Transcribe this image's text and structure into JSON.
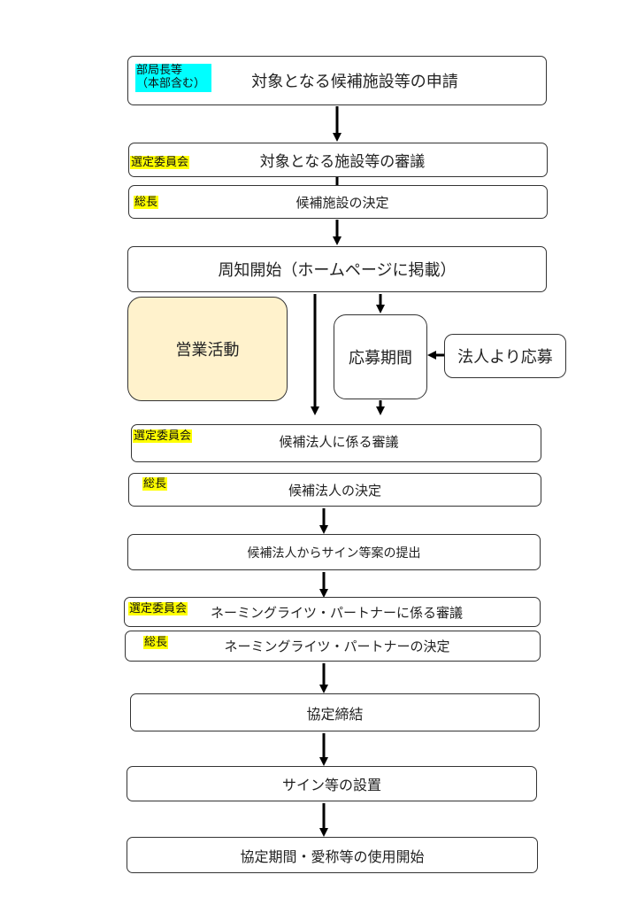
{
  "steps": {
    "s1": {
      "text": "対象となる候補施設等の申請",
      "tag_line1": "部局長等",
      "tag_line2": "（本部含む）"
    },
    "s2": {
      "text": "対象となる施設等の審議",
      "tag": "選定委員会"
    },
    "s3": {
      "text": "候補施設の決定",
      "tag": "総長"
    },
    "s4": {
      "text": "周知開始（ホームページに掲載）"
    },
    "sales": {
      "text": "営業活動"
    },
    "period": {
      "text": "応募期間"
    },
    "apply": {
      "text": "法人より応募"
    },
    "s5": {
      "text": "候補法人に係る審議",
      "tag": "選定委員会"
    },
    "s6": {
      "text": "候補法人の決定",
      "tag": "総長"
    },
    "s7": {
      "text": "候補法人からサイン等案の提出"
    },
    "s8": {
      "text": "ネーミングライツ・パートナーに係る審議",
      "tag": "選定委員会"
    },
    "s9": {
      "text": "ネーミングライツ・パートナーの決定",
      "tag": "総長"
    },
    "s10": {
      "text": "協定締結"
    },
    "s11": {
      "text": "サイン等の設置"
    },
    "s12": {
      "text": "協定期間・愛称等の使用開始"
    }
  },
  "colors": {
    "tag_yellow": "#ffff00",
    "tag_cyan": "#00ffff",
    "sales_fill": "#fff2cc"
  }
}
